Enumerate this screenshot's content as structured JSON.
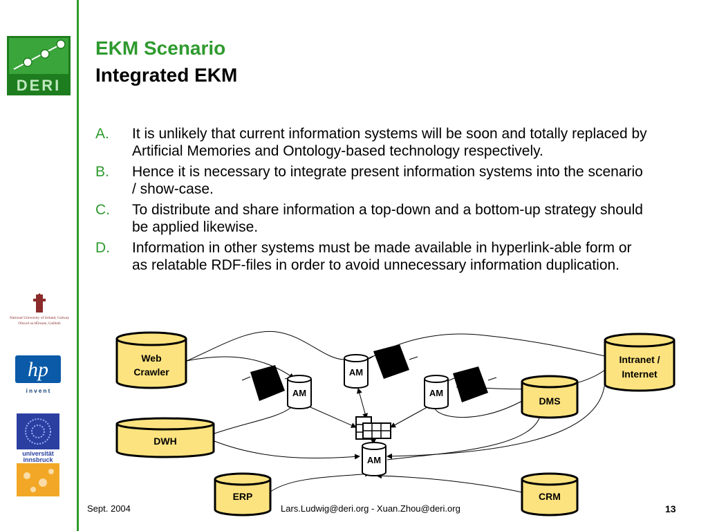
{
  "slide": {
    "title": "EKM Scenario",
    "subtitle": "Integrated EKM",
    "bullets": [
      {
        "marker": "A.",
        "text": "It is unlikely that current information systems will be soon and totally replaced by Artificial Memories and Ontology-based technology respectively."
      },
      {
        "marker": "B.",
        "text": "Hence it is necessary to integrate present information systems into the scenario / show-case."
      },
      {
        "marker": "C.",
        "text": "To distribute and share information a top-down and a bottom-up strategy should be applied likewise."
      },
      {
        "marker": "D.",
        "text": "Information in other systems must be made available in hyperlink-able form or as relatable RDF-files in order to avoid unnecessary information duplication."
      }
    ]
  },
  "diagram": {
    "web_crawler_1": "Web",
    "web_crawler_2": "Crawler",
    "intranet_1": "Intranet /",
    "intranet_2": "Internet",
    "dms": "DMS",
    "dwh": "DWH",
    "erp": "ERP",
    "crm": "CRM",
    "am": "AM"
  },
  "logos": {
    "deri": "DERI",
    "nuig_1": "National University of Ireland, Galway",
    "nuig_2": "Ollscoil na hÉireann, Gaillimh",
    "hp_mark": "hp",
    "hp_tagline": "i n v e n t",
    "ibk_1": "universität",
    "ibk_2": "innsbruck"
  },
  "footer": {
    "date": "Sept. 2004",
    "authors": "Lars.Ludwig@deri.org - Xuan.Zhou@deri.org",
    "page": "13"
  },
  "colors": {
    "accent_green": "#2e9a2e",
    "cylinder_fill": "#fde37f"
  }
}
